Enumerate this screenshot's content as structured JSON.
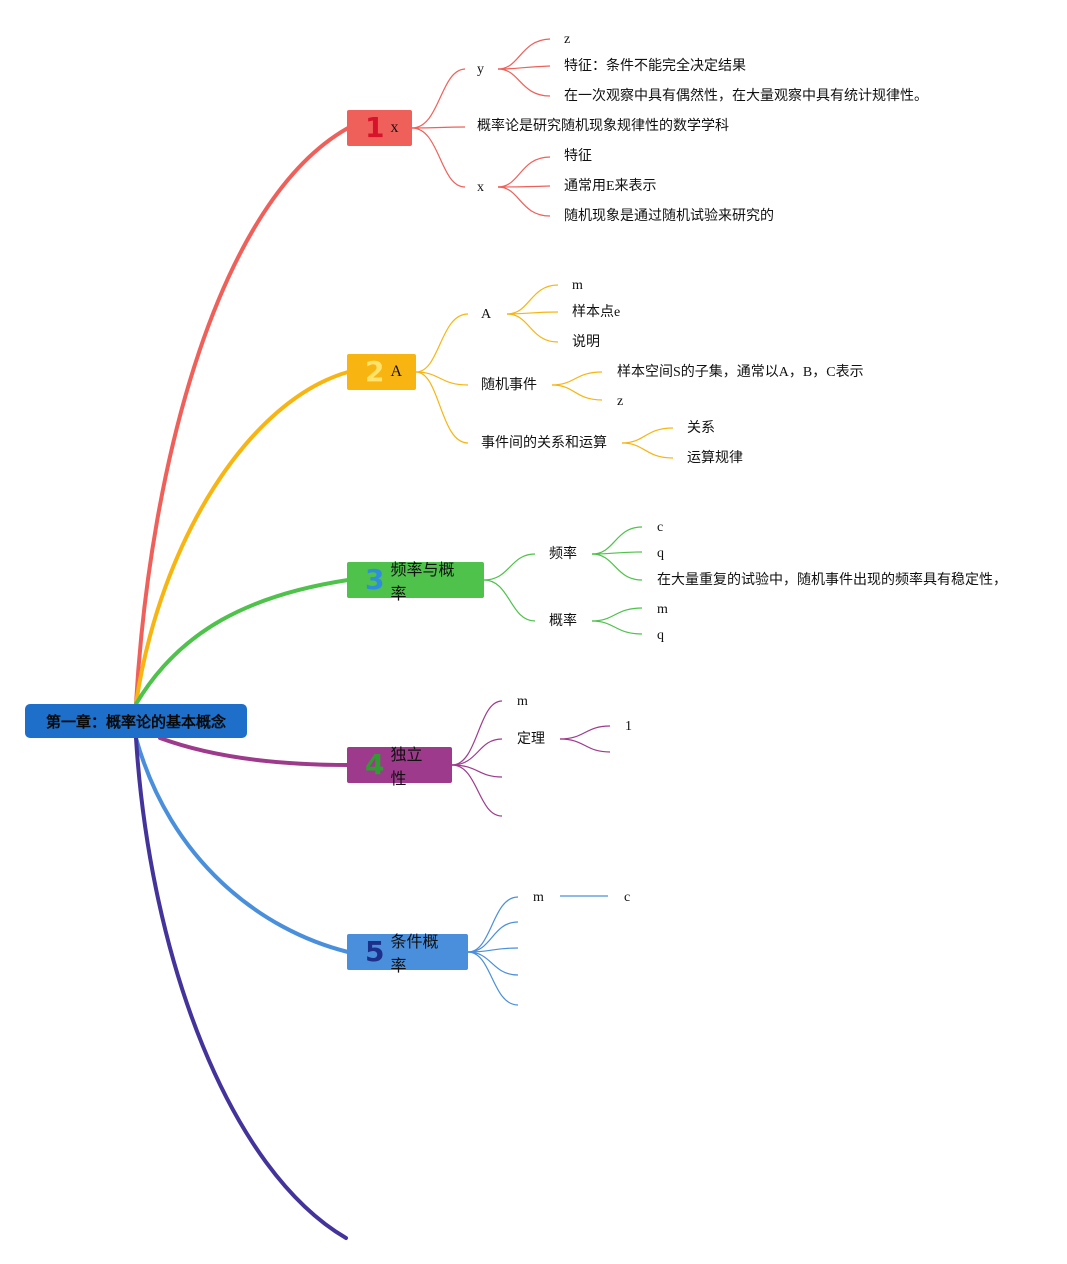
{
  "root": {
    "title": "第一章：概率论的基本概念"
  },
  "colors": {
    "b1": "#f0605a",
    "b2": "#f8b512",
    "b3": "#4ec24a",
    "b4": "#9e3a8c",
    "b5": "#4a8fdc",
    "b6": "#44339a"
  },
  "branches": [
    {
      "num": "1",
      "title": "x",
      "num_color": "#d6132a",
      "children": [
        {
          "label": "y",
          "children": [
            "z",
            "特征：条件不能完全决定结果",
            "在一次观察中具有偶然性，在大量观察中具有统计规律性。"
          ]
        },
        {
          "label": "概率论是研究随机现象规律性的数学学科",
          "children": []
        },
        {
          "label": "x",
          "children": [
            "特征",
            "通常用E来表示",
            "随机现象是通过随机试验来研究的"
          ]
        }
      ]
    },
    {
      "num": "2",
      "title": "A",
      "num_color": "#ffe36b",
      "children": [
        {
          "label": "A",
          "children": [
            "m",
            "样本点e",
            "说明"
          ]
        },
        {
          "label": "随机事件",
          "children": [
            "样本空间S的子集，通常以A，B，C表示",
            "z"
          ]
        },
        {
          "label": "事件间的关系和运算",
          "children": [
            "关系",
            "运算规律"
          ]
        }
      ]
    },
    {
      "num": "3",
      "title": "频率与概率",
      "num_color": "#2f8de0",
      "children": [
        {
          "label": "频率",
          "children": [
            "c",
            "q",
            "在大量重复的试验中，随机事件出现的频率具有稳定性，"
          ]
        },
        {
          "label": "概率",
          "children": [
            "m",
            "q"
          ]
        }
      ]
    },
    {
      "num": "4",
      "title": "独立性",
      "num_color": "#2f9d2f",
      "children": [
        {
          "label": "m",
          "children": []
        },
        {
          "label": "定理",
          "children": [
            "1",
            ""
          ]
        },
        {
          "label": "",
          "children": []
        },
        {
          "label": "",
          "children": []
        }
      ]
    },
    {
      "num": "5",
      "title": "条件概率",
      "num_color": "#1c2f8a",
      "children": [
        {
          "label": "m",
          "children": [
            "c"
          ]
        },
        {
          "label": "",
          "children": []
        },
        {
          "label": "",
          "children": []
        },
        {
          "label": "",
          "children": []
        },
        {
          "label": "",
          "children": []
        }
      ]
    }
  ]
}
